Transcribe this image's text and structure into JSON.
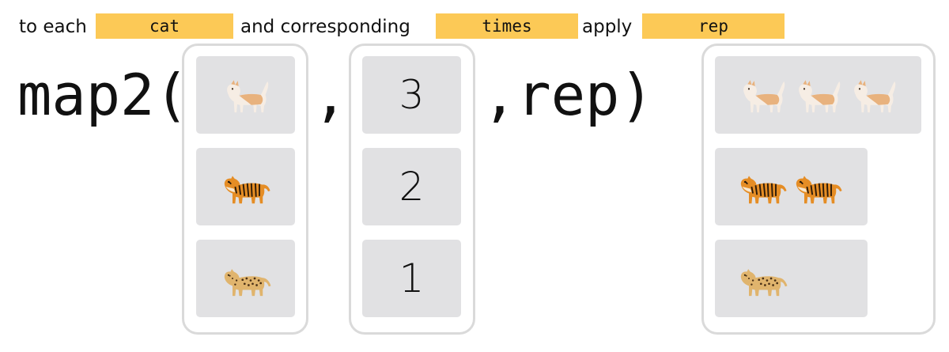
{
  "caption": {
    "prefix": "to each",
    "first_arg": "cat",
    "middle": "and corresponding",
    "second_arg": "times",
    "verb": "apply",
    "function_arg": "rep"
  },
  "code": {
    "open": "map2(",
    "comma": ",",
    "close": ",rep)"
  },
  "inputs": {
    "animals": [
      "cat-icon",
      "tiger-icon",
      "leopard-icon"
    ],
    "times": [
      "3",
      "2",
      "1"
    ]
  },
  "output": {
    "rows": [
      {
        "animal": "cat-icon",
        "count": 3
      },
      {
        "animal": "tiger-icon",
        "count": 2
      },
      {
        "animal": "leopard-icon",
        "count": 1
      }
    ]
  },
  "colors": {
    "highlight": "#fcc956",
    "cell": "#e1e1e3",
    "border": "#dadada"
  }
}
